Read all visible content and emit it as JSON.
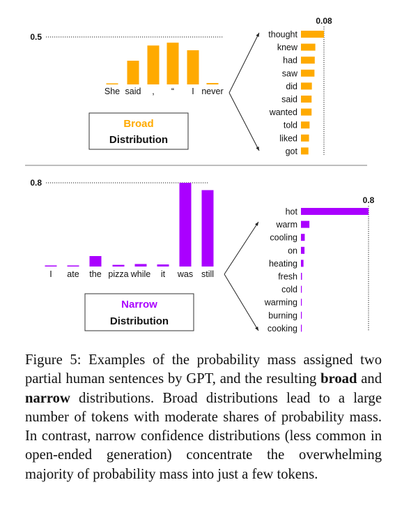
{
  "chart_data": [
    {
      "type": "bar",
      "panel": "broad-context",
      "categories": [
        "She",
        "said",
        ",",
        "“",
        "I",
        "never"
      ],
      "values": [
        0.01,
        0.25,
        0.41,
        0.44,
        0.36,
        0.015
      ],
      "ylim": [
        0,
        0.5
      ],
      "reference_label": "0.5",
      "color": "#FFAA00"
    },
    {
      "type": "bar",
      "orientation": "horizontal",
      "panel": "broad-next-token",
      "categories": [
        "thought",
        "knew",
        "had",
        "saw",
        "did",
        "said",
        "wanted",
        "told",
        "liked",
        "got"
      ],
      "values": [
        0.08,
        0.05,
        0.048,
        0.047,
        0.038,
        0.037,
        0.037,
        0.03,
        0.028,
        0.026
      ],
      "xlim": [
        0,
        0.08
      ],
      "reference_label": "0.08",
      "color": "#FFAA00"
    },
    {
      "type": "bar",
      "panel": "narrow-context",
      "categories": [
        "I",
        "ate",
        "the",
        "pizza",
        "while",
        "it",
        "was",
        "still"
      ],
      "values": [
        0.004,
        0.004,
        0.1,
        0.016,
        0.024,
        0.02,
        0.8,
        0.73
      ],
      "ylim": [
        0,
        0.8
      ],
      "reference_label": "0.8",
      "color": "#AA00FF"
    },
    {
      "type": "bar",
      "orientation": "horizontal",
      "panel": "narrow-next-token",
      "categories": [
        "hot",
        "warm",
        "cooling",
        "on",
        "heating",
        "fresh",
        "cold",
        "warming",
        "burning",
        "cooking"
      ],
      "values": [
        0.8,
        0.1,
        0.045,
        0.042,
        0.03,
        0.012,
        0.01,
        0.008,
        0.008,
        0.006
      ],
      "xlim": [
        0,
        0.8
      ],
      "reference_label": "0.8",
      "color": "#AA00FF"
    }
  ],
  "legend_boxes": {
    "broad": {
      "word": "Broad",
      "word2": "Distribution",
      "color": "#FFAA00"
    },
    "narrow": {
      "word": "Narrow",
      "word2": "Distribution",
      "color": "#AA00FF"
    }
  },
  "caption": {
    "prefix": "Figure 5:  Examples of the probability mass assigned two partial human sentences by GPT, and the resulting ",
    "bold1": "broad",
    "mid": " and ",
    "bold2": "narrow",
    "suffix": " distributions.  Broad distributions lead to a large number of tokens with moderate shares of probability mass.  In contrast, narrow confidence distributions (less common in open-ended generation) concentrate the overwhelming majority of probability mass into just a few tokens."
  }
}
